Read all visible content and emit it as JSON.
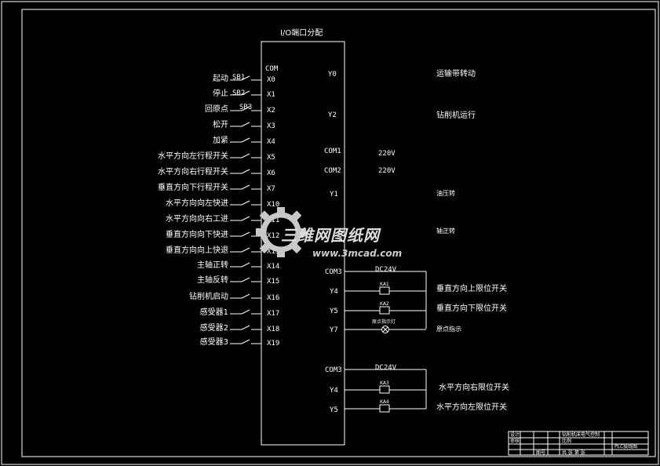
{
  "title": "I/O端口分配",
  "plc": {
    "com_top": "COM",
    "inputs": [
      "X0",
      "X1",
      "X2",
      "X3",
      "X4",
      "X5",
      "X6",
      "X7",
      "X10",
      "X11",
      "X12",
      "X13",
      "X14",
      "X15",
      "X16",
      "X17",
      "X18",
      "X19"
    ],
    "input_labels": [
      "起动",
      "停止",
      "回原点",
      "松开",
      "加紧",
      "水平方向左行程开关",
      "水平方向右行程开关",
      "垂直方向下行程开关",
      "水平方向向左快进",
      "水平方向向右工进",
      "垂直方向向下快进",
      "垂直方向向上快退",
      "主轴正转",
      "主轴反转",
      "钻削机启动",
      "感受器1",
      "感受器2",
      "感受器3"
    ],
    "switch_tags": [
      "SB1",
      "SB2",
      "SB3"
    ],
    "outputs_top": [
      "Y0",
      "Y2",
      "COM1",
      "COM2",
      "Y1"
    ],
    "output_top_labels": [
      "运输带转动",
      "钻削机运行"
    ],
    "voltage_220": "220V",
    "output_side_small": [
      "油压转",
      "轴正转"
    ],
    "com3": "COM3",
    "dc24v_1": "DC24V",
    "outputs_mid": [
      "Y4",
      "Y5",
      "Y7"
    ],
    "relays_mid": [
      "KA1",
      "KA2"
    ],
    "lamp_label": "原点指示灯",
    "output_mid_labels": [
      "垂直方向上限位开关",
      "垂直方向下限位开关",
      "原点指示"
    ],
    "com4": "COM3",
    "dc24v_2": "DC24V",
    "outputs_bottom": [
      "Y4",
      "Y5"
    ],
    "relays_bottom": [
      "KA3",
      "KA4"
    ],
    "output_bottom_labels": [
      "水平方向右限位开关",
      "水平方向左限位开关"
    ]
  },
  "watermark": {
    "brand": "三维网图纸网",
    "url": "www.3mcad.com",
    "color": "#c8c8c8"
  },
  "title_block": {
    "drawing_name": "PLC接线图",
    "project": "钻削机床电气控制",
    "cells": [
      "设计",
      "审核",
      "比例",
      "图号",
      "共 张 第 张"
    ]
  }
}
